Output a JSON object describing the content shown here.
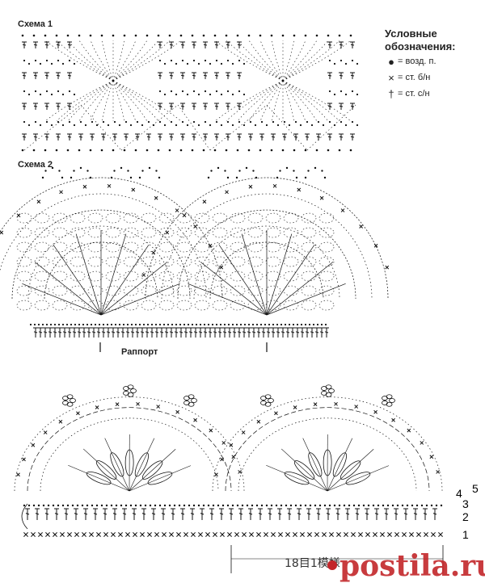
{
  "scheme1": {
    "label": "Схема 1"
  },
  "scheme2": {
    "label": "Схема 2",
    "repeat_label": "Раппорт"
  },
  "legend": {
    "title_line1": "Условные",
    "title_line2": "обозначения:",
    "items": [
      {
        "icon": "chain-dot-icon",
        "text": "= возд. п."
      },
      {
        "icon": "single-crochet-x-icon",
        "text": "= ст. б/н"
      },
      {
        "icon": "double-crochet-t-icon",
        "text": "= ст. с/н"
      }
    ]
  },
  "scheme3": {
    "row_numbers": [
      "5",
      "4",
      "3",
      "2",
      "1"
    ],
    "repeat_label": "18目1模様"
  },
  "watermark": {
    "text": "postila.ru",
    "color": "#c3262a"
  }
}
